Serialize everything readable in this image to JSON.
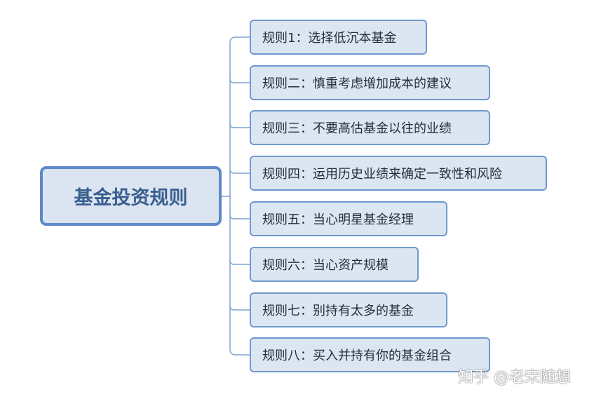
{
  "mindmap": {
    "root": {
      "label": "基金投资规则"
    },
    "children": [
      {
        "label": "规则1：选择低沉本基金"
      },
      {
        "label": "规则二：慎重考虑增加成本的建议"
      },
      {
        "label": "规则三：不要高估基金以往的业绩"
      },
      {
        "label": "规则四：运用历史业绩来确定一致性和风险"
      },
      {
        "label": "规则五：当心明星基金经理"
      },
      {
        "label": "规则六：当心资产规模"
      },
      {
        "label": "规则七：别持有太多的基金"
      },
      {
        "label": "规则八：买入并持有你的基金组合"
      }
    ]
  },
  "watermark": {
    "text": "知乎 @老宋随想"
  },
  "colors": {
    "connector": "#7fa3d0",
    "root_fill": "#dbe5f1",
    "root_border": "#5d8ac7",
    "child_fill": "#dce6f2",
    "child_border": "#6f99cf"
  }
}
